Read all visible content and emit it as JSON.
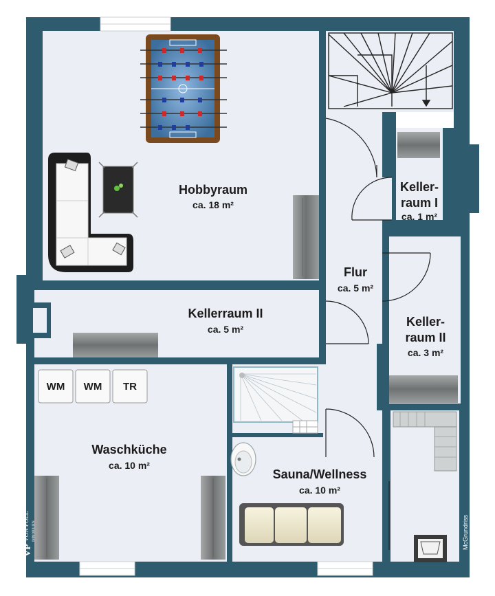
{
  "rooms": {
    "hobbyraum": {
      "name": "Hobbyraum",
      "area": "ca. 18 m²"
    },
    "kellerraum_1": {
      "name_line1": "Keller-",
      "name_line2": "raum I",
      "area": "ca. 1 m²"
    },
    "flur": {
      "name": "Flur",
      "area": "ca. 5 m²"
    },
    "kellerraum_2_center": {
      "name": "Kellerraum II",
      "area": "ca. 5 m²"
    },
    "kellerraum_2_right": {
      "name_line1": "Keller-",
      "name_line2": "raum II",
      "area": "ca. 3 m²"
    },
    "waschkueche": {
      "name": "Waschküche",
      "area": "ca. 10 m²"
    },
    "sauna": {
      "name": "Sauna/Wellness",
      "area": "ca. 10 m²"
    }
  },
  "appliances": [
    "WM",
    "WM",
    "TR"
  ],
  "branding": {
    "logo_mark": "VP",
    "logo_name": "VON POLL",
    "logo_sub": "IMMOBILIEN",
    "credit": "McGrundriss"
  },
  "colors": {
    "wall": "#2e5b6d",
    "floor": "#eceef5",
    "cabinet": "#7f8283"
  }
}
